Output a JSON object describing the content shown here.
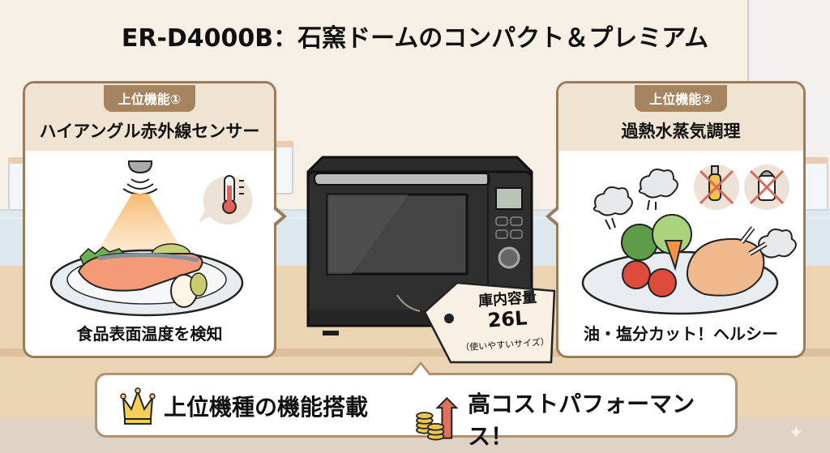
{
  "title": "ER-D4000B：石窯ドームのコンパクト＆プレミアム",
  "feature_left": {
    "badge": "上位機能①",
    "title": "ハイアングル赤外線センサー",
    "caption": "食品表面温度を検知",
    "icons": [
      "infrared-sensor-icon",
      "thermometer-icon",
      "grilled-salmon-plate-icon"
    ]
  },
  "feature_right": {
    "badge": "上位機能②",
    "title": "過熱水蒸気調理",
    "caption": "油・塩分カット！ヘルシー",
    "icons": [
      "steam-icon",
      "no-oil-icon",
      "no-salt-icon",
      "roast-chicken-plate-icon"
    ]
  },
  "product": {
    "icon": "microwave-oven-icon",
    "tag": {
      "line1": "庫内容量",
      "capacity": "26L",
      "note": "（使いやすいサイズ）"
    }
  },
  "banner": {
    "items": [
      {
        "icon": "crown-icon",
        "label": "上位機種の機能搭載"
      },
      {
        "icon": "coins-arrow-up-icon",
        "label": "高コストパフォーマンス！"
      }
    ]
  },
  "colors": {
    "card_border": "#9c7b5a",
    "badge_bg": "#a48461",
    "card_header_bg": "#efe3d2",
    "crown": "#f3cf57",
    "arrow": "#e0715a",
    "microwave_body": "#2b2b2b"
  },
  "decor": {
    "sparkle": "✦"
  }
}
